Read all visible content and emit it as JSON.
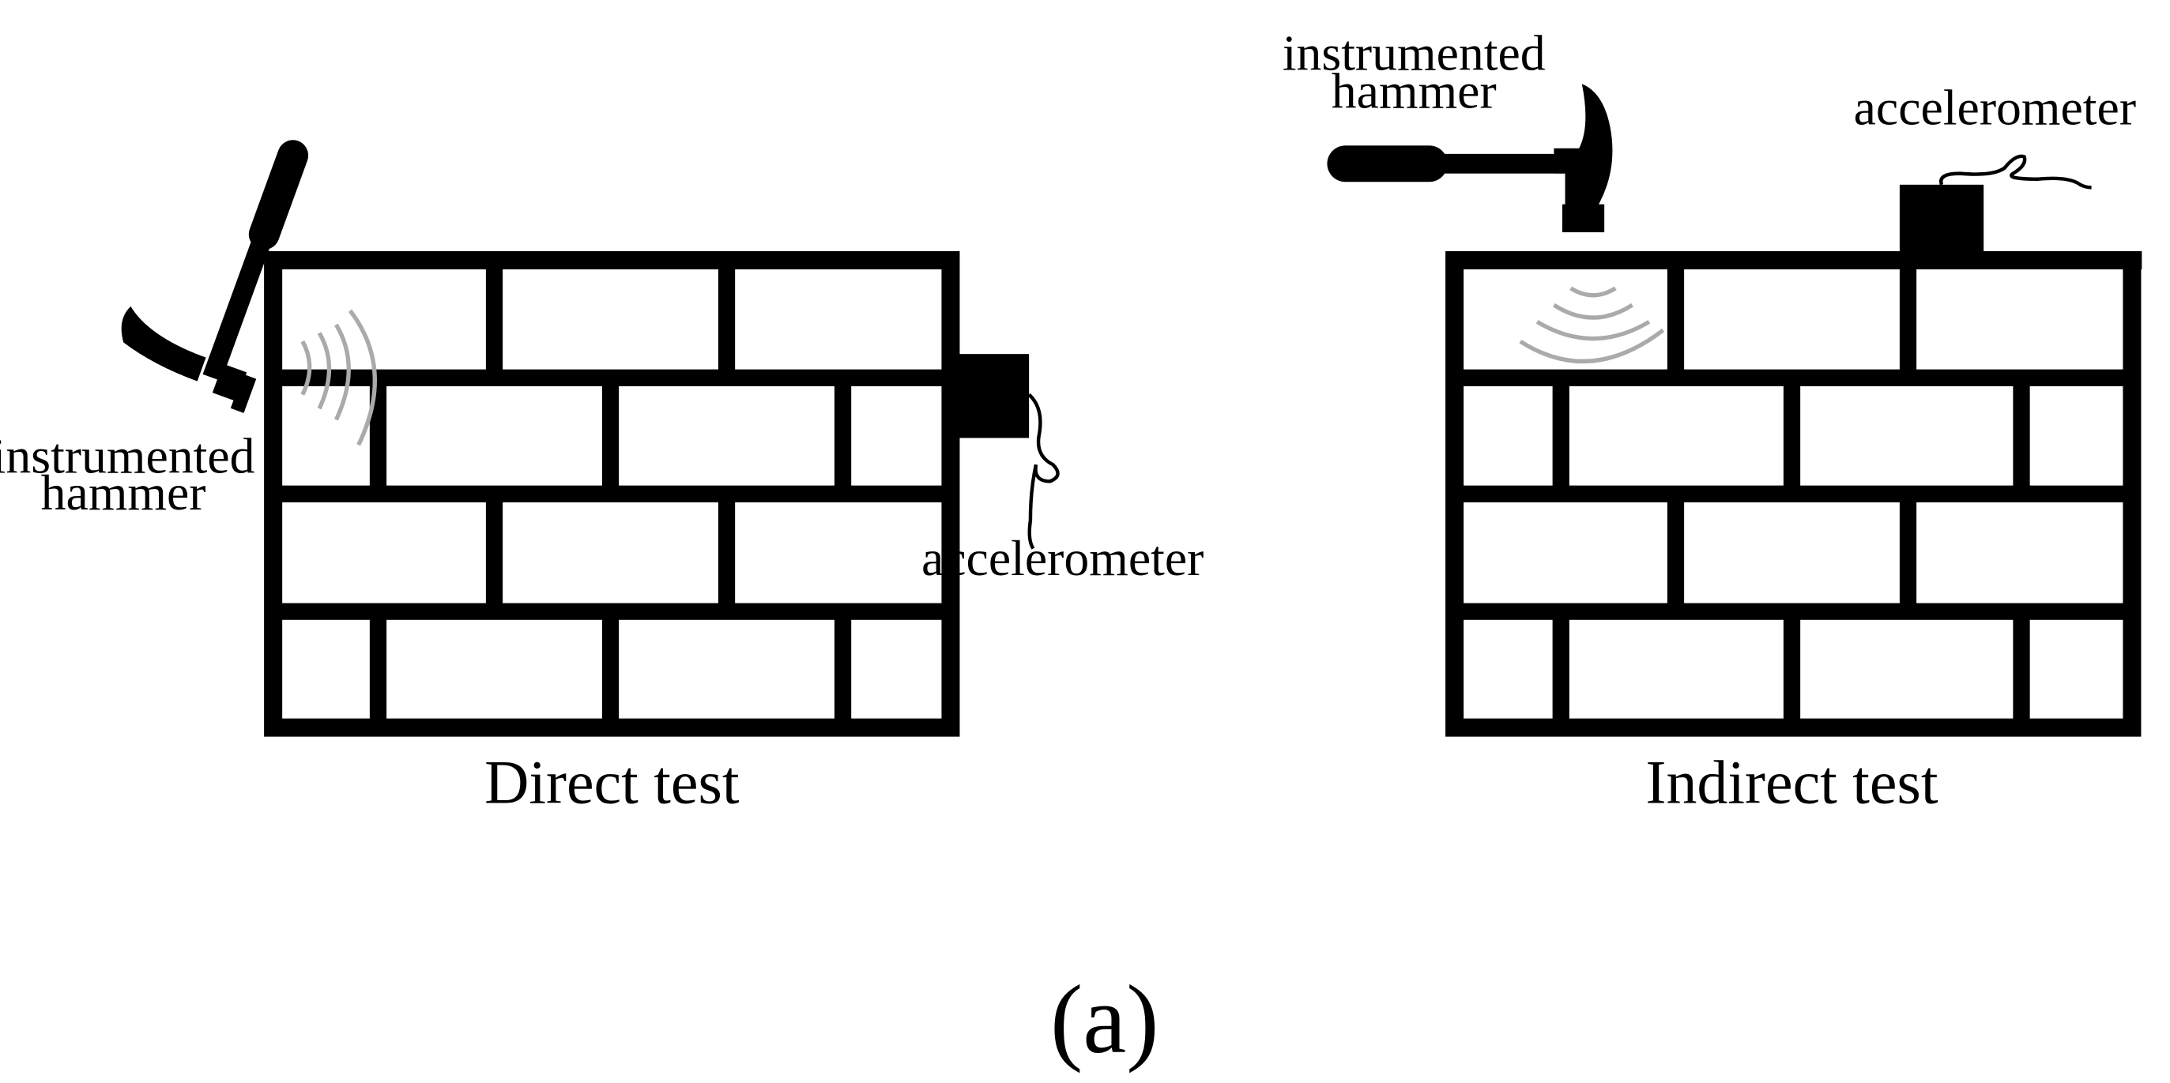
{
  "figure": {
    "panel_label": "(a)",
    "direct": {
      "caption": "Direct test",
      "hammer_label_line1": "instrumented",
      "hammer_label_line2": "hammer",
      "sensor_label": "accelerometer"
    },
    "indirect": {
      "caption": "Indirect test",
      "hammer_label_line1": "instrumented",
      "hammer_label_line2": "hammer",
      "sensor_label": "accelerometer"
    }
  }
}
